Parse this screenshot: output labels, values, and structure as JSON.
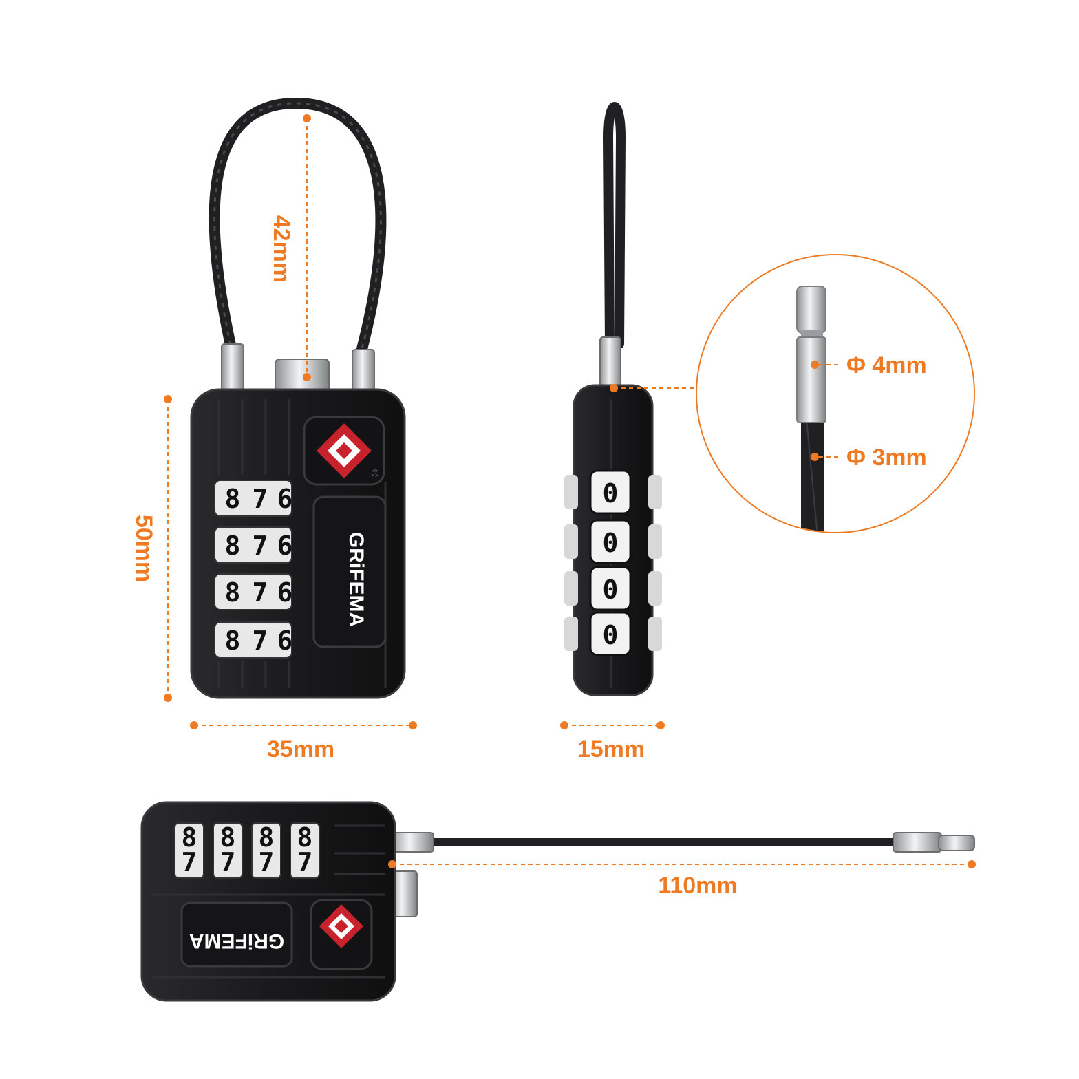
{
  "colors": {
    "accent": "#ee7b24",
    "lock_body": "#1b1b1d",
    "lock_edge": "#3a3a3d",
    "tsa_red": "#c8222c",
    "metal": "#c9cbcd",
    "cable": "#202022"
  },
  "dimensions": {
    "shackle_height": "42mm",
    "body_height": "50mm",
    "body_width": "35mm",
    "body_depth": "15mm",
    "cable_diameter_end": "Φ 4mm",
    "cable_diameter_wire": "Φ 3mm",
    "cable_length": "110mm"
  },
  "lock": {
    "brand": "GRiFEMA",
    "front_wheels": [
      [
        "8",
        "7",
        "6"
      ],
      [
        "8",
        "7",
        "6"
      ],
      [
        "8",
        "7",
        "6"
      ],
      [
        "8",
        "7",
        "6"
      ]
    ],
    "side_wheels": [
      "0",
      "0",
      "0",
      "0"
    ],
    "tsa_icon": "tsa-diamond-icon",
    "registered_mark": "®"
  }
}
